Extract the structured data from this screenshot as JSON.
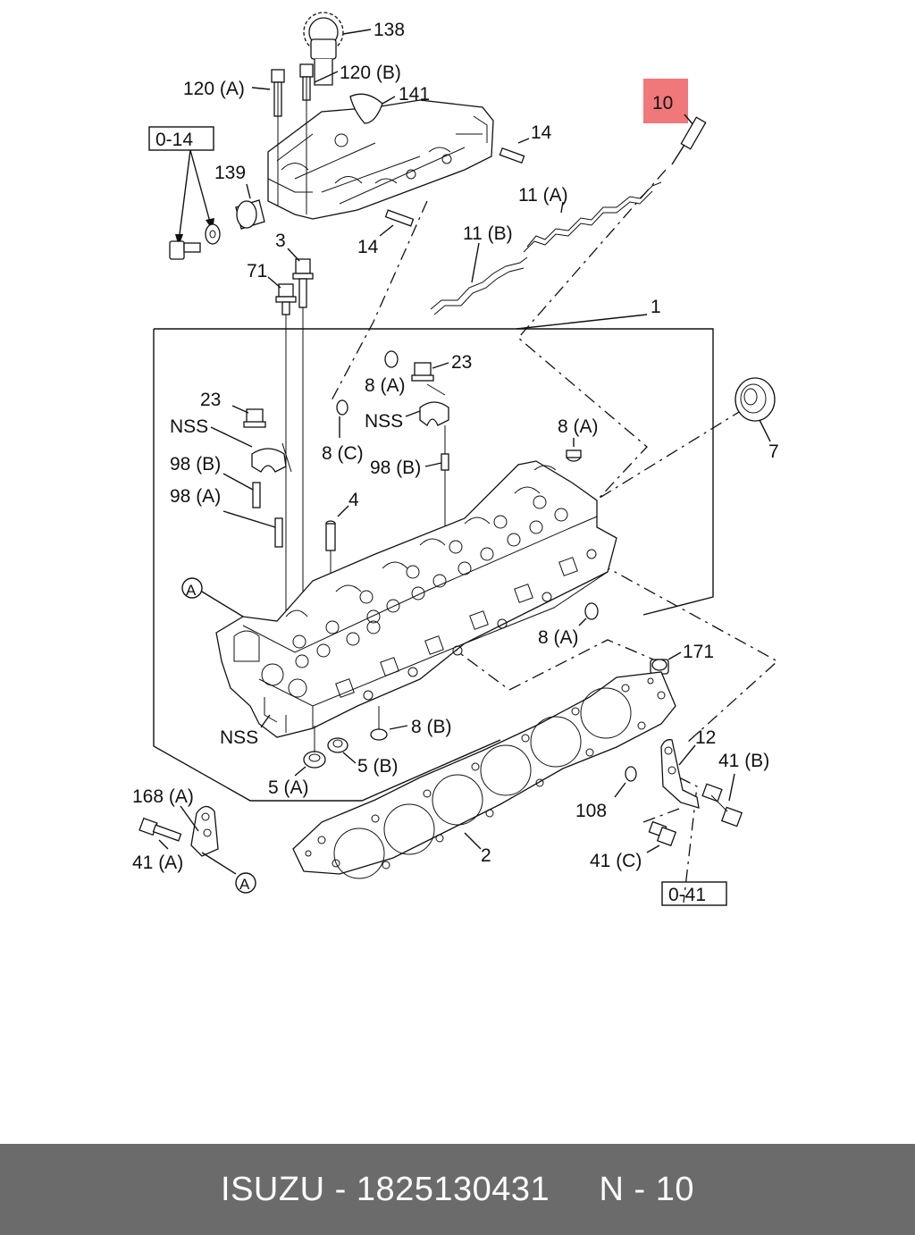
{
  "labels": {
    "l138": "138",
    "l120a": "120 (A)",
    "l120b": "120 (B)",
    "l141": "141",
    "l10": "10",
    "l014": "0-14",
    "l139": "139",
    "l14a": "14",
    "l14b": "14",
    "l11a": "11 (A)",
    "l11b": "11 (B)",
    "l3": "3",
    "l71": "71",
    "l1": "1",
    "l23a": "23",
    "l23b": "23",
    "l8a1": "8 (A)",
    "l8a2": "8 (A)",
    "l8a3": "8 (A)",
    "l8c": "8 (C)",
    "lnss1": "NSS",
    "lnss2": "NSS",
    "lnss3": "NSS",
    "l98b1": "98 (B)",
    "l98b2": "98 (B)",
    "l98a": "98 (A)",
    "l7": "7",
    "l4": "4",
    "lA1": "A",
    "lA2": "A",
    "l171": "171",
    "l8b": "8 (B)",
    "l12": "12",
    "l41b": "41 (B)",
    "l5a": "5 (A)",
    "l5b": "5 (B)",
    "l168a": "168 (A)",
    "l108": "108",
    "l41a": "41 (A)",
    "l41c": "41 (C)",
    "l2": "2",
    "l041": "0-41"
  },
  "highlight_color": "#f0787a",
  "footer": {
    "brand": "ISUZU",
    "separator1": " - ",
    "part_number": "1825130431",
    "gap": "     ",
    "page_letter": "N",
    "separator2": " - ",
    "page_number": "10"
  },
  "footer_color": "#6b6b6b"
}
